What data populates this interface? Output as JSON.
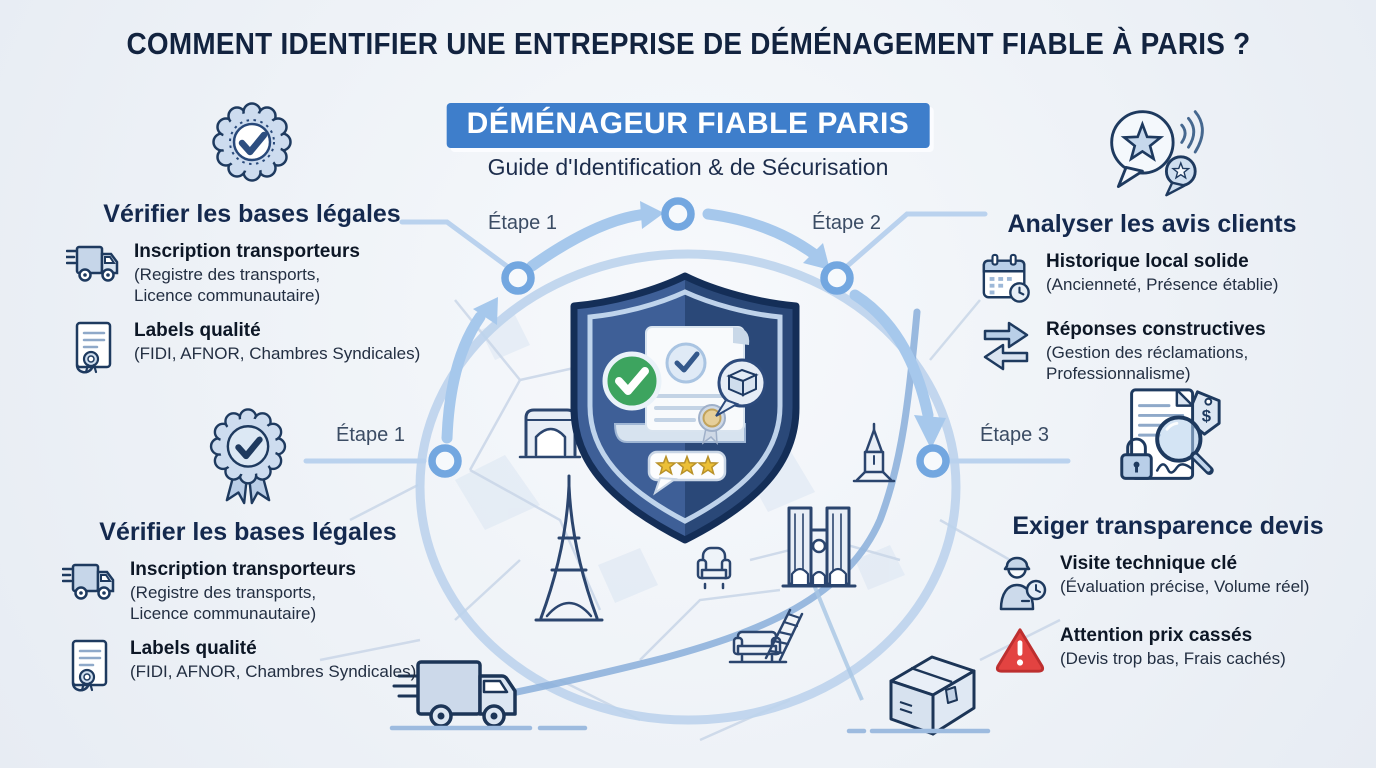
{
  "title": "COMMENT IDENTIFIER UNE ENTREPRISE DE DÉMÉNAGEMENT FIABLE À PARIS ?",
  "banner": {
    "label": "DÉMÉNAGEUR FIABLE PARIS",
    "subtitle": "Guide d'Identification & de Sécurisation"
  },
  "steps": {
    "step1_top": "Étape 1",
    "step2": "Étape 2",
    "step1_mid": "Étape 1",
    "step3": "Étape 3"
  },
  "sections": {
    "top_left": {
      "heading": "Vérifier les bases légales",
      "icon": "medal-check-icon",
      "items": [
        {
          "icon": "truck-icon",
          "title": "Inscription transporteurs",
          "desc": "(Registre des transports,\nLicence communautaire)"
        },
        {
          "icon": "certificate-scroll-icon",
          "title": "Labels qualité",
          "desc": "(FIDI, AFNOR, Chambres Syndicales)"
        }
      ]
    },
    "top_right": {
      "heading": "Analyser les avis clients",
      "icon": "review-chat-star-icon",
      "items": [
        {
          "icon": "calendar-clock-icon",
          "title": "Historique local solide",
          "desc": "(Ancienneté, Présence établie)"
        },
        {
          "icon": "exchange-arrows-icon",
          "title": "Réponses constructives",
          "desc": "(Gestion des réclamations,\nProfessionnalisme)"
        }
      ]
    },
    "bottom_left": {
      "heading": "Vérifier les bases légales",
      "icon": "medal-ribbon-icon",
      "items": [
        {
          "icon": "truck-icon",
          "title": "Inscription transporteurs",
          "desc": "(Registre des transports,\nLicence communautaire)"
        },
        {
          "icon": "certificate-scroll-icon",
          "title": "Labels qualité",
          "desc": "(FIDI, AFNOR, Chambres Syndicales)"
        }
      ]
    },
    "bottom_right": {
      "heading": "Exiger transparence devis",
      "icon": "quote-inspection-icon",
      "items": [
        {
          "icon": "mover-icon",
          "title": "Visite technique clé",
          "desc": "(Évaluation précise, Volume réel)"
        },
        {
          "icon": "warning-icon",
          "title": "Attention prix cassés",
          "desc": "(Devis trop bas, Frais cachés)"
        }
      ]
    }
  },
  "colors": {
    "accent_blue": "#3e7ecb",
    "navy": "#14294e",
    "arrow_blue": "#a6c8ec",
    "map_ring_blue": "#bcd3ec",
    "river_blue": "#8fb3dc",
    "warning_red": "#e34341",
    "success_green": "#3da45f",
    "star_gold": "#ecc037"
  }
}
